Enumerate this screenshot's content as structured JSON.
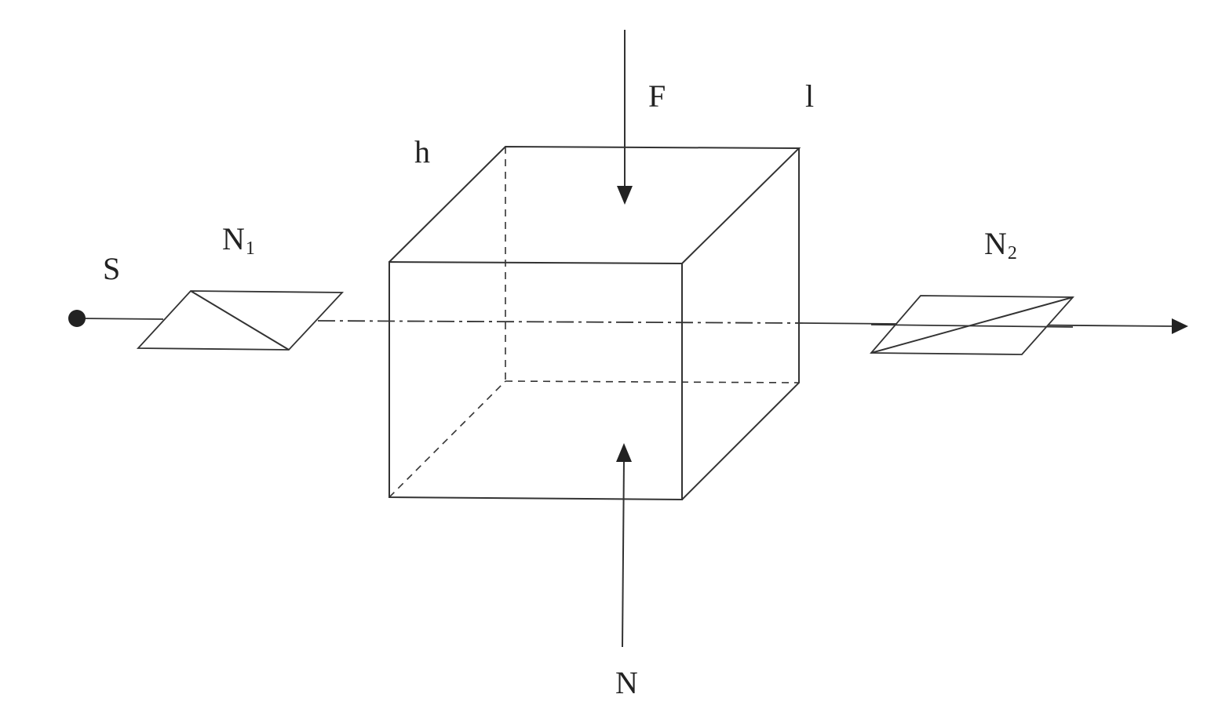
{
  "labels": {
    "source": "S",
    "polarizer": {
      "main": "N",
      "sub": "1"
    },
    "analyzer": {
      "main": "N",
      "sub": "2"
    },
    "force": "F",
    "reaction": "N",
    "height": "h",
    "length": "l"
  },
  "colors": {
    "stroke": "#333333",
    "background": "#ffffff"
  }
}
